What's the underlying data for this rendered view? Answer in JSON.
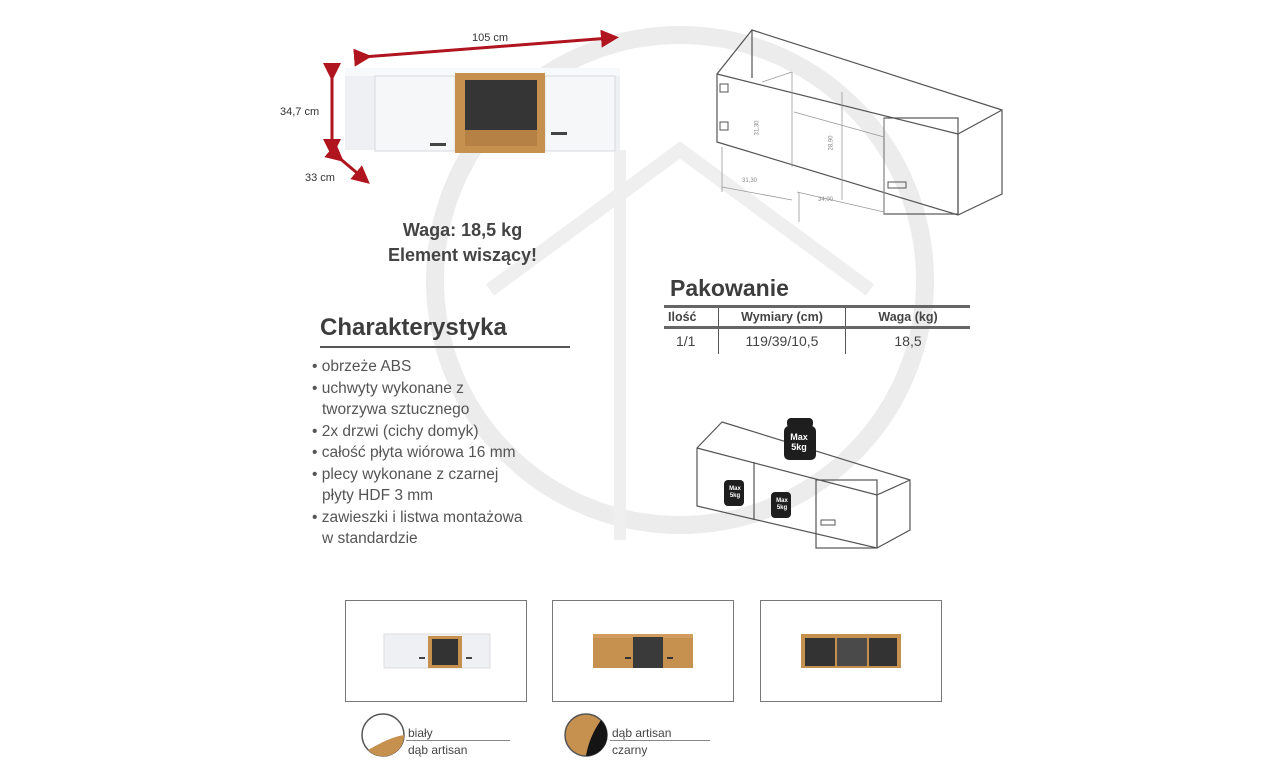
{
  "dimensions": {
    "width": "105 cm",
    "height": "34,7 cm",
    "depth": "33 cm"
  },
  "info": {
    "weight": "Waga: 18,5 kg",
    "hanging": "Element wiszący!"
  },
  "packaging": {
    "title": "Pakowanie",
    "headers": [
      "Ilość",
      "Wymiary (cm)",
      "Waga (kg)"
    ],
    "row": [
      "1/1",
      "119/39/10,5",
      "18,5"
    ]
  },
  "characteristics": {
    "title": "Charakterystyka",
    "items": [
      [
        "obrzeże ABS"
      ],
      [
        "uchwyty wykonane z",
        "tworzywa sztucznego"
      ],
      [
        "2x drzwi (cichy domyk)"
      ],
      [
        "całość płyta wiórowa 16 mm"
      ],
      [
        "plecy wykonane z czarnej",
        "płyty HDF 3 mm"
      ],
      [
        "zawieszki i listwa montażowa",
        "w standardzie"
      ]
    ]
  },
  "technical_drawing": {
    "dim_a": "31,30",
    "dim_b": "34,00",
    "dim_c": "31,30",
    "dim_d": "28,90"
  },
  "load_badges": {
    "top": [
      "Max",
      "5kg"
    ],
    "shelf": [
      "Max",
      "5kg"
    ]
  },
  "variants": [
    {
      "line1": "biały",
      "line2": "dąb artisan"
    },
    {
      "line1": "dąb artisan",
      "line2": "czarny"
    }
  ],
  "colors": {
    "dimension_arrow": "#b0141e",
    "oak": "#c6904e",
    "dark": "#2d2d2d",
    "white_panel": "#f4f5f7"
  }
}
